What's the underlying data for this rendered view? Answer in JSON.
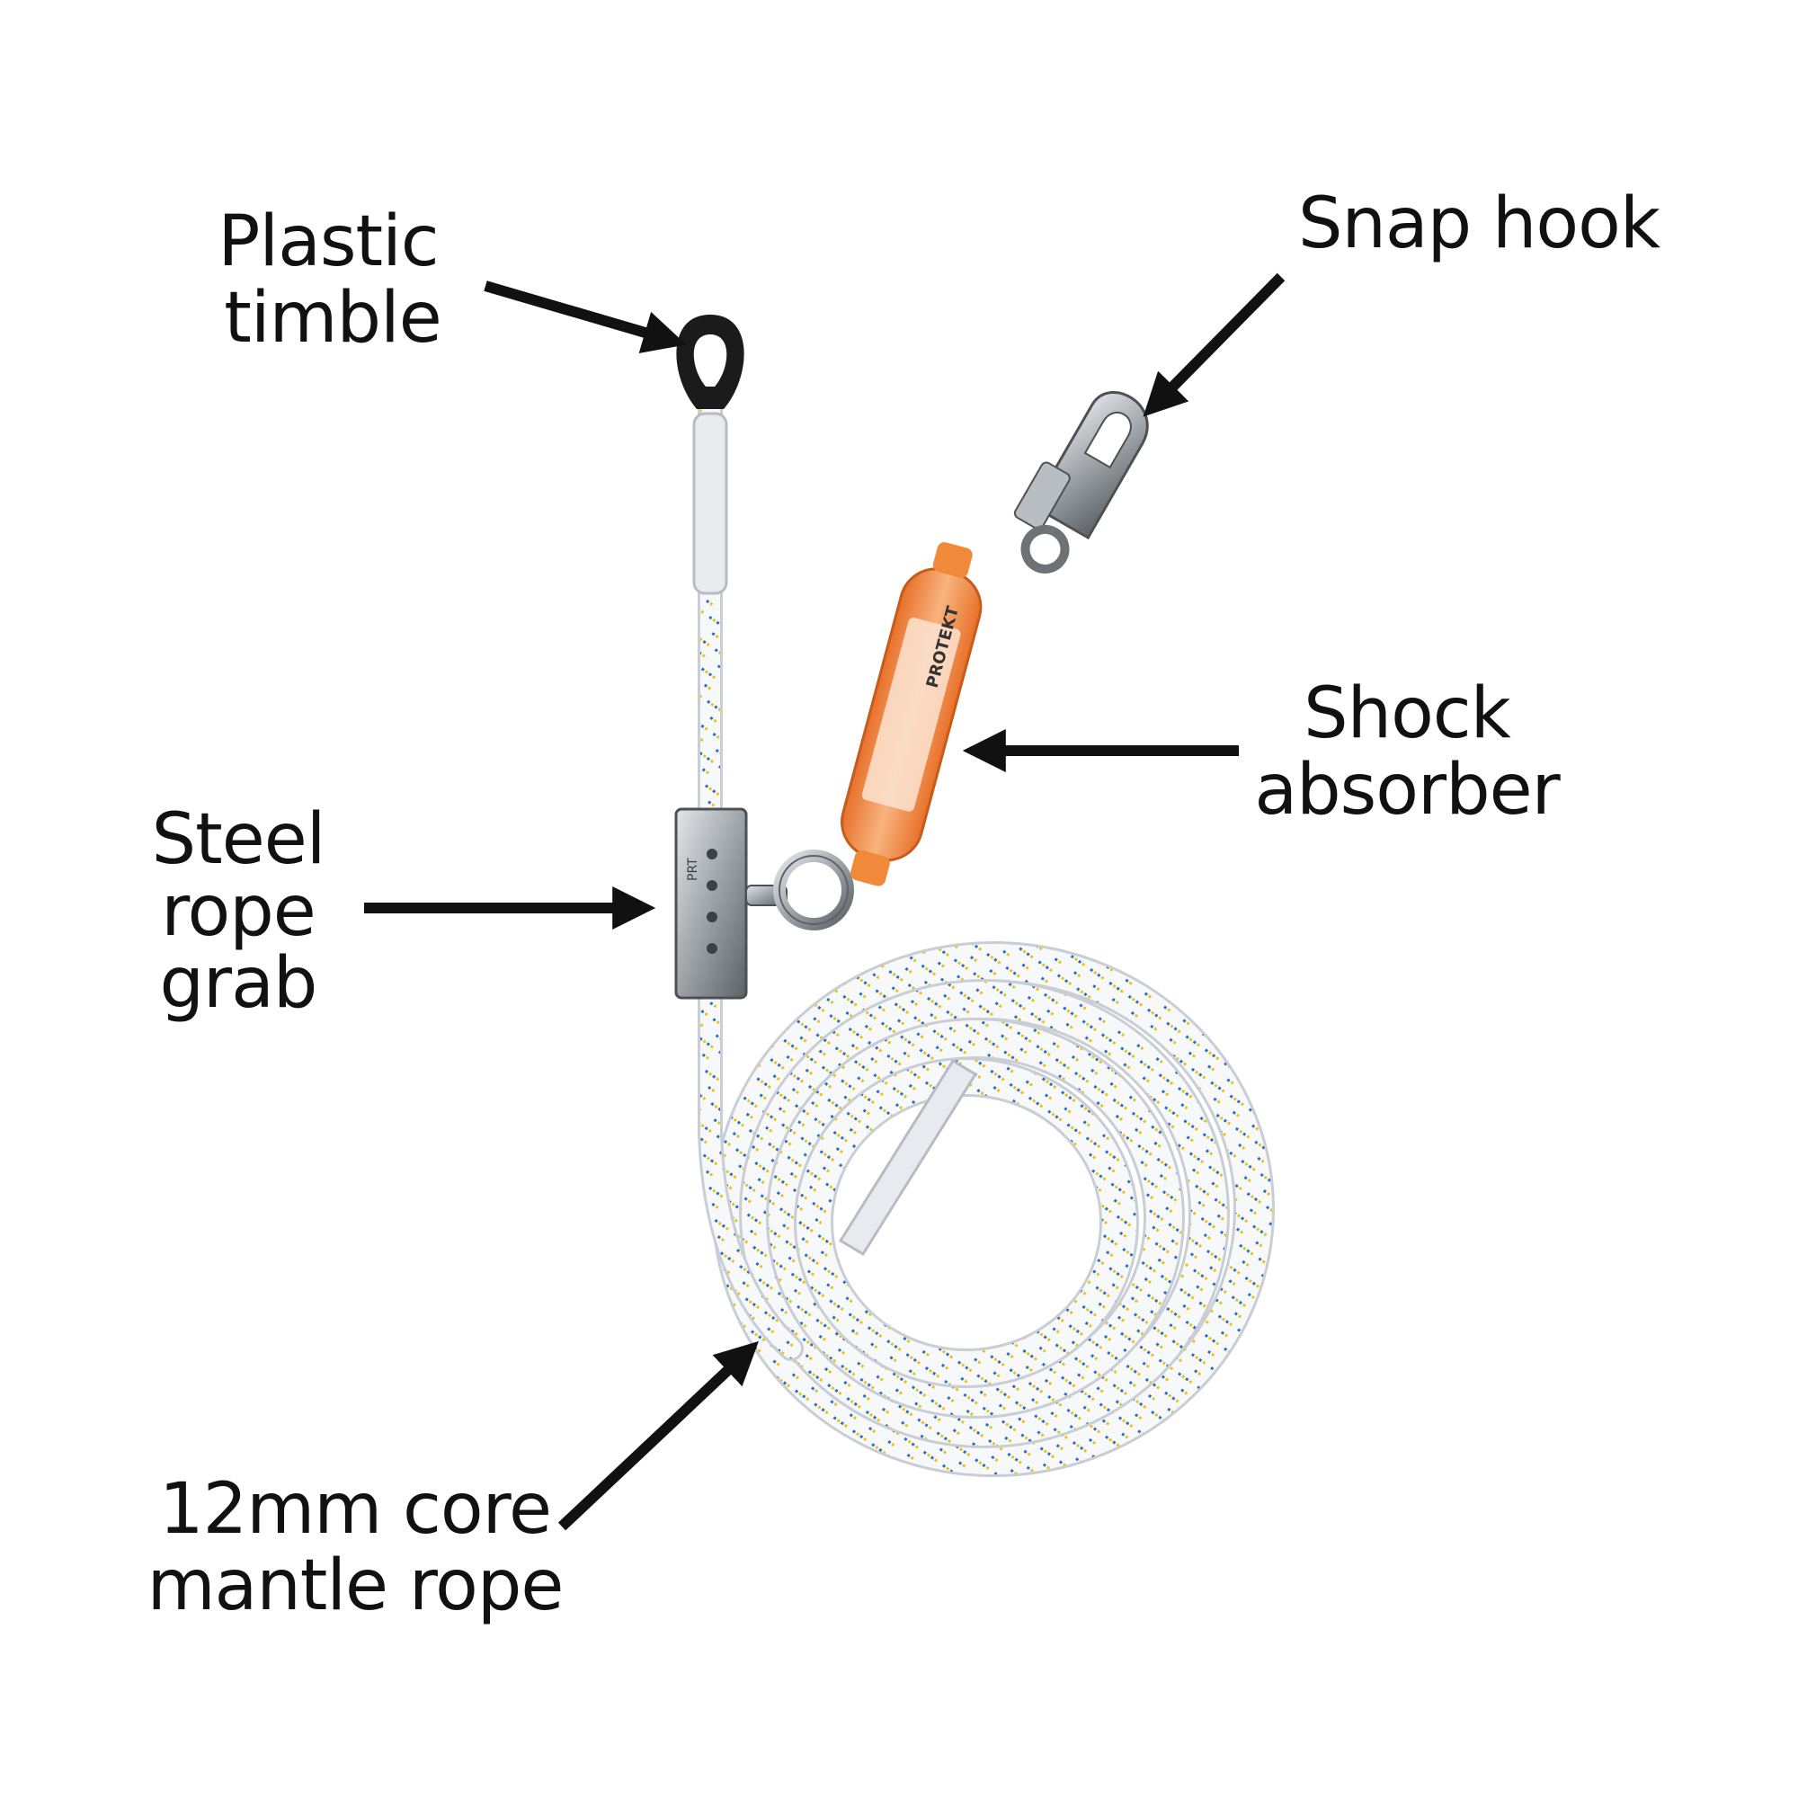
{
  "labels": {
    "plastic_timble": [
      "Plastic",
      "timble"
    ],
    "snap_hook": [
      "Snap hook"
    ],
    "shock_absorber": [
      "Shock",
      "absorber"
    ],
    "steel_rope_grab": [
      "Steel",
      "rope",
      "grab"
    ],
    "rope": [
      "12mm core",
      "mantle rope"
    ]
  },
  "product_markings": {
    "absorber_brand": "PROTEKT",
    "grab_marking": "PRT"
  },
  "colors": {
    "label_text": "#111111",
    "arrow": "#111111",
    "rope_base": "#f7f8fa",
    "rope_fleck_blue": "#2f6fc0",
    "rope_fleck_yellow": "#e9c51a",
    "absorber_orange": "#f08a3a",
    "metal": "#9ea3a8",
    "background": "#ffffff"
  }
}
